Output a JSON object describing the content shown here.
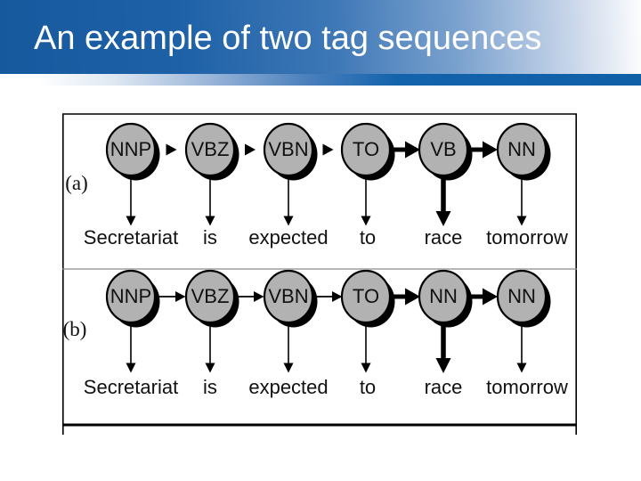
{
  "header": {
    "title": "An example of two tag sequences"
  },
  "figure": {
    "row_a": {
      "label": "(a)",
      "tags": [
        "NNP",
        "VBZ",
        "VBN",
        "TO",
        "VB",
        "NN"
      ]
    },
    "row_b": {
      "label": "(b)",
      "tags": [
        "NNP",
        "VBZ",
        "VBN",
        "TO",
        "NN",
        "NN"
      ]
    },
    "words": [
      "Secretariat",
      "is",
      "expected",
      "to",
      "race",
      "tomorrow"
    ]
  },
  "colors": {
    "header_blue_dark": "#17599d",
    "header_blue": "#2063aa",
    "accent_blue": "#1263ac",
    "title_text": "#ffffff",
    "node_fill": "#b2b2b2",
    "node_stroke": "#000000",
    "divider_gray": "#8b8b8b",
    "figure_frame": "#000000"
  }
}
